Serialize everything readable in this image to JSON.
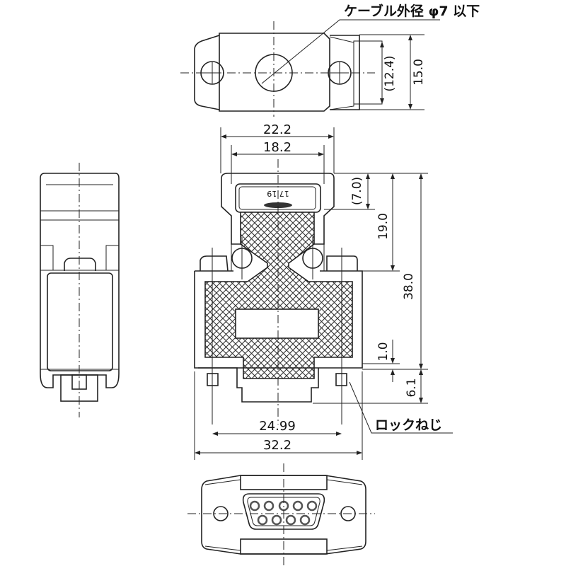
{
  "annotations": {
    "cable_note": "ケーブル外径 φ7 以下",
    "lock_screw": "ロックねじ"
  },
  "dimensions": {
    "top_inner": "(12.4)",
    "top_outer": "15.0",
    "width_upper": "22.2",
    "width_inner": "18.2",
    "height_cap": "(7.0)",
    "height_neck": "19.0",
    "height_total": "38.0",
    "flange": "1.0",
    "plug_depth": "6.1",
    "screw_pitch": "24.99",
    "width_total": "32.2"
  },
  "label_plate": "17.19",
  "colors": {
    "line": "#222222",
    "background": "#ffffff"
  }
}
